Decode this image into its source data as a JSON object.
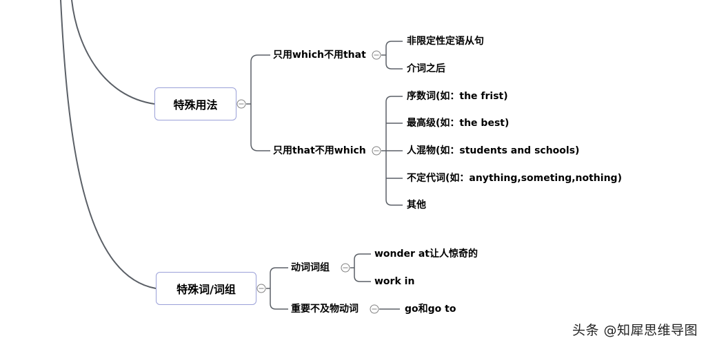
{
  "mindmap": {
    "branch_special_usage": {
      "label": "特殊用法",
      "children": [
        {
          "label": "只用which不用that",
          "children": [
            "非限定性定语从句",
            "介词之后"
          ]
        },
        {
          "label": "只用that不用which",
          "children": [
            "序数词(如：the frist)",
            "最高级(如：the best)",
            "人混物(如：students and schools)",
            "不定代词(如：anything,someting,nothing)",
            "其他"
          ]
        }
      ]
    },
    "branch_special_words": {
      "label": "特殊词/词组",
      "children": [
        {
          "label": "动词词组",
          "children": [
            "wonder at让人惊奇的",
            "work in"
          ]
        },
        {
          "label": "重要不及物动词",
          "children": [
            "go和go to"
          ]
        }
      ]
    }
  },
  "watermark": "头条 @知犀思维导图"
}
